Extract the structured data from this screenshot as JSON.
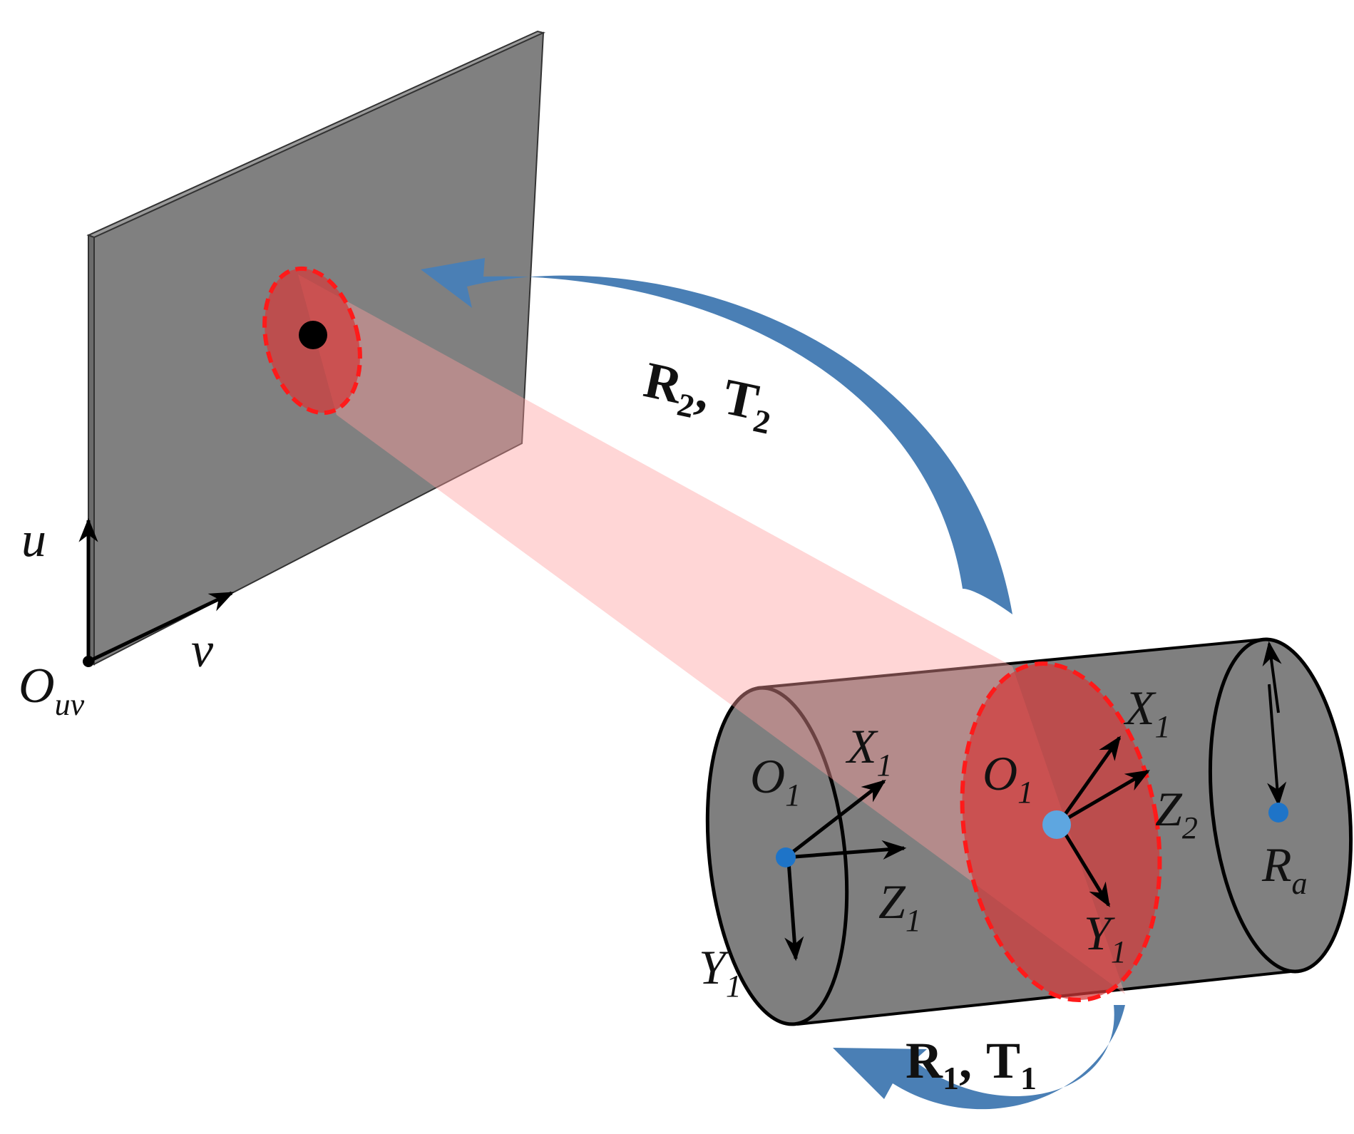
{
  "colors": {
    "background": "#ffffff",
    "plate": "#808080",
    "plate_edge": "#5a5a5a",
    "cylinder": "#7f7f7f",
    "beam": "#ff9d9d",
    "spot": "#cc3a3a",
    "dash": "#ff1a1a",
    "transform_arrow": "#4a7fb5",
    "axis": "#000000",
    "origin_dot": "#1e74c8"
  },
  "plate": {
    "axis_u": {
      "base": "u"
    },
    "axis_v": {
      "base": "v"
    },
    "origin": {
      "base": "O",
      "sub": "uv"
    }
  },
  "transforms": {
    "r2t2": {
      "r": "R",
      "r_sub": "2",
      "sep": ",",
      "t": "T",
      "t_sub": "2"
    },
    "r1t1": {
      "r": "R",
      "r_sub": "1",
      "sep": ",",
      "t": "T",
      "t_sub": "1"
    }
  },
  "left_frame": {
    "origin": {
      "base": "O",
      "sub": "1"
    },
    "x": {
      "base": "X",
      "sub": "1"
    },
    "y": {
      "base": "Y",
      "sub": "1"
    },
    "z": {
      "base": "Z",
      "sub": "1"
    }
  },
  "section_frame": {
    "origin": {
      "base": "O",
      "sub": "1"
    },
    "x": {
      "base": "X",
      "sub": "1"
    },
    "y": {
      "base": "Y",
      "sub": "1"
    },
    "z": {
      "base": "Z",
      "sub": "2"
    }
  },
  "radius": {
    "base": "R",
    "sub": "a"
  }
}
